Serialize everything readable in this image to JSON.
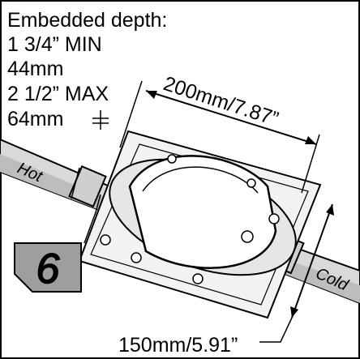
{
  "depth": {
    "title": "Embedded depth:",
    "min_imperial": "1 3/4” MIN",
    "min_metric": "44mm",
    "max_imperial": "2 1/2” MAX",
    "max_metric": "64mm"
  },
  "dimensions": {
    "length": "200mm/7.87”",
    "width": "150mm/5.91”"
  },
  "pipes": {
    "hot": "Hot",
    "cold": "Cold"
  },
  "callout": {
    "number": "6"
  },
  "icons": [
    "hot-pipe",
    "cold-pipe",
    "valve-body",
    "callout-badge"
  ]
}
